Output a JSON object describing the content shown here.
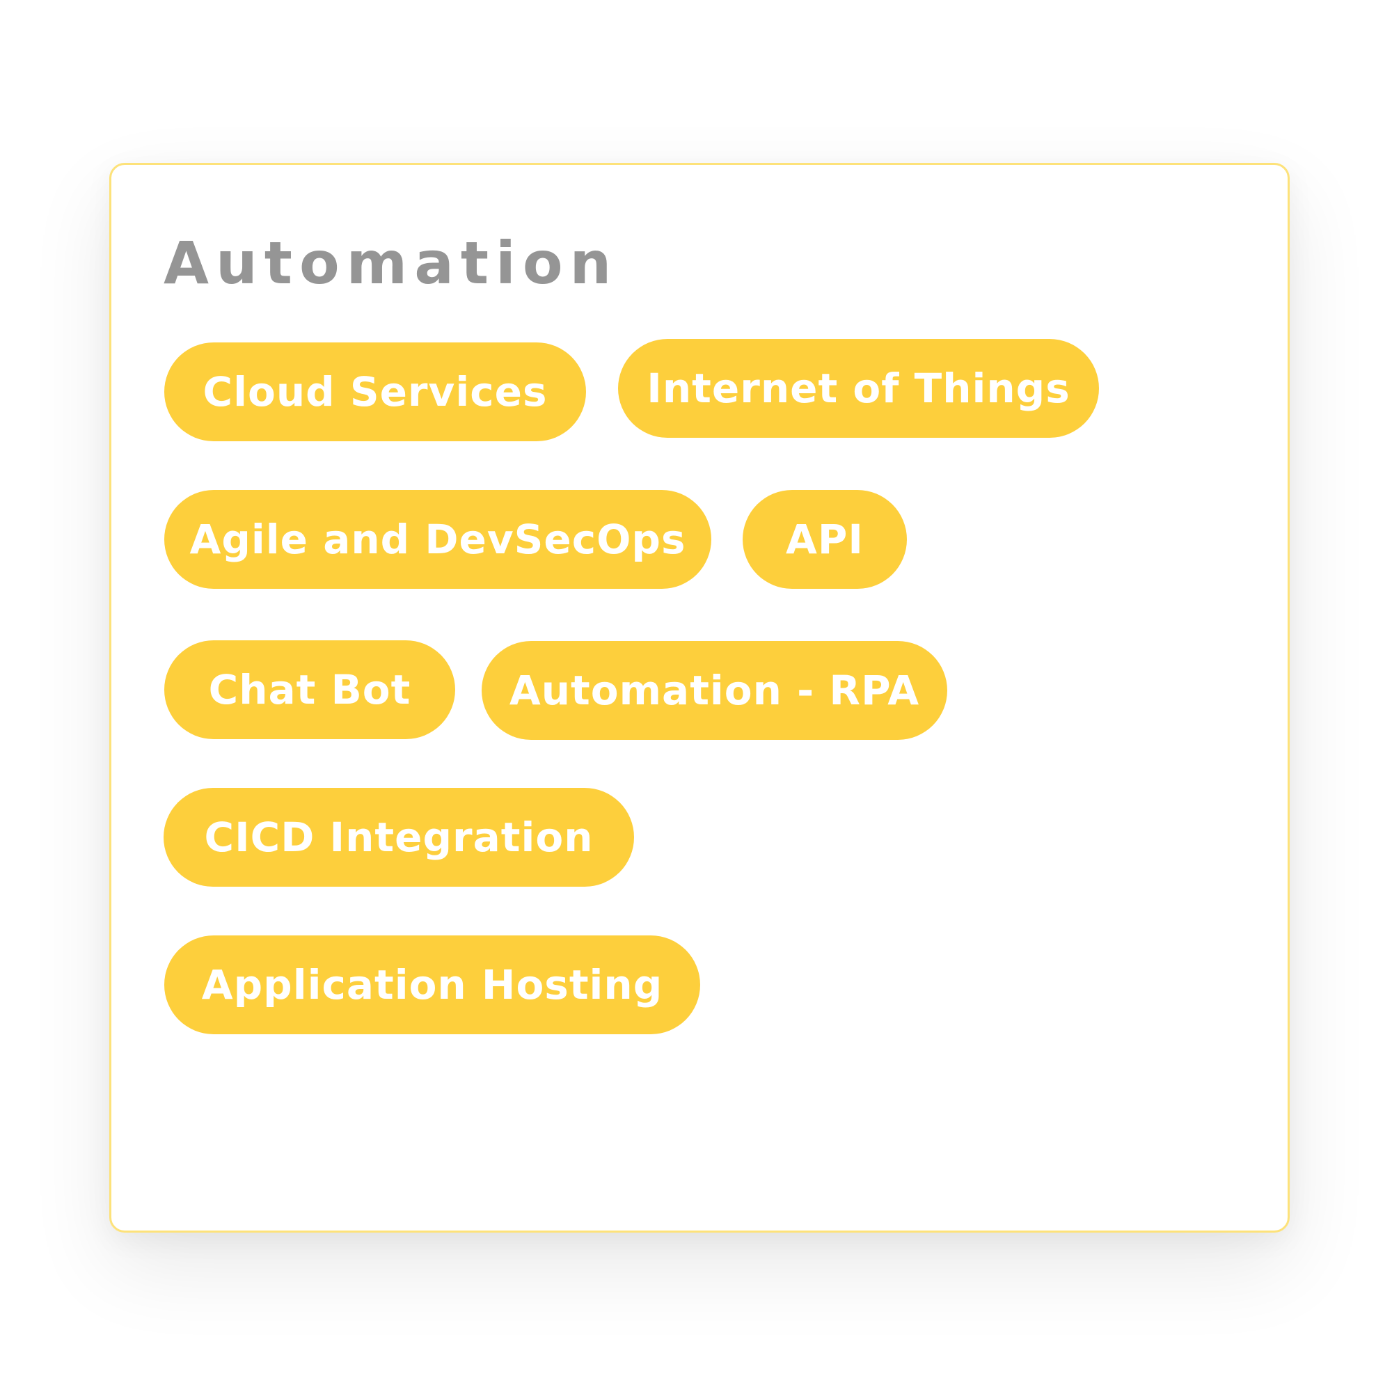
{
  "card": {
    "title": "Automation",
    "tags": [
      {
        "label": "Cloud Services"
      },
      {
        "label": "Internet of Things"
      },
      {
        "label": "Agile and DevSecOps"
      },
      {
        "label": "API"
      },
      {
        "label": "Chat Bot"
      },
      {
        "label": "Automation - RPA"
      },
      {
        "label": "CICD Integration"
      },
      {
        "label": "Application Hosting"
      }
    ]
  },
  "colors": {
    "tag_background": "#fdcf3c",
    "tag_text": "#ffffff",
    "card_border": "#fde27a",
    "title_text": "#959595"
  }
}
